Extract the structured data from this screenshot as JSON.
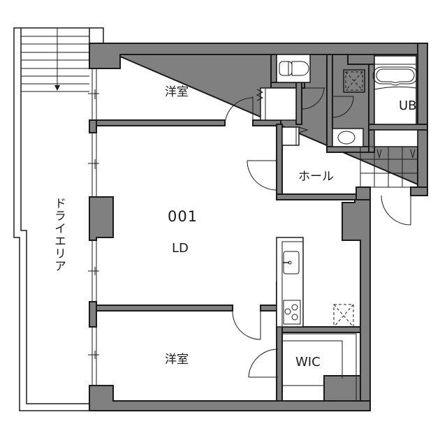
{
  "plan": {
    "unit_number": "001",
    "colors": {
      "wall": "#808080",
      "line": "#1a1a1a",
      "background": "#ffffff"
    },
    "rooms": {
      "bedroom_top": "洋室",
      "living_dining": "LD",
      "bedroom_bottom": "洋室",
      "hall": "ホール",
      "unit_bath": "UB",
      "walk_in_closet": "WIC",
      "dry_area": "ドライエリア"
    },
    "fixtures": [
      "toilet-icon",
      "bathtub-icon",
      "washbasin-icon",
      "sink-icon",
      "stove-icon",
      "washer-pan-icon",
      "shoe-cabinet-icon",
      "stair-icon"
    ]
  }
}
